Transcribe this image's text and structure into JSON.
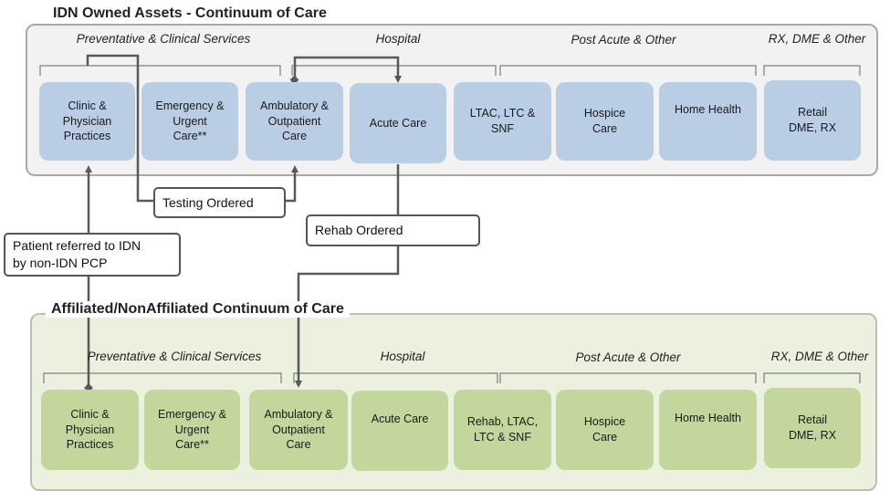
{
  "top_panel": {
    "title": "IDN Owned Assets - Continuum of Care",
    "sections": [
      "Preventative & Clinical Services",
      "Hospital",
      "Post Acute & Other",
      "RX, DME & Other"
    ],
    "boxes": [
      "Clinic &\nPhysician\nPractices",
      "Emergency &\nUrgent\nCare**",
      "Ambulatory &\nOutpatient\nCare",
      "Acute Care",
      "LTAC, LTC &\nSNF",
      "Hospice\nCare",
      "Home Health",
      "Retail\nDME, RX"
    ]
  },
  "bottom_panel": {
    "title": "Affiliated/NonAffiliated Continuum of Care",
    "sections": [
      "Preventative & Clinical Services",
      "Hospital",
      "Post Acute & Other",
      "RX, DME & Other"
    ],
    "boxes": [
      "Clinic &\nPhysician\nPractices",
      "Emergency &\nUrgent\nCare**",
      "Ambulatory &\nOutpatient\nCare",
      "Acute Care",
      "Rehab, LTAC,\nLTC & SNF",
      "Hospice\nCare",
      "Home Health",
      "Retail\nDME, RX"
    ]
  },
  "callouts": {
    "testing": "Testing Ordered",
    "rehab": "Rehab Ordered",
    "referral": "Patient referred to IDN\nby non-IDN PCP"
  },
  "colors": {
    "top_box": "#b9cde5",
    "bottom_box": "#c3d69b",
    "top_panel_bg": "#f2f2f2",
    "bottom_panel_bg": "#ebf1de",
    "connector": "#595959"
  }
}
